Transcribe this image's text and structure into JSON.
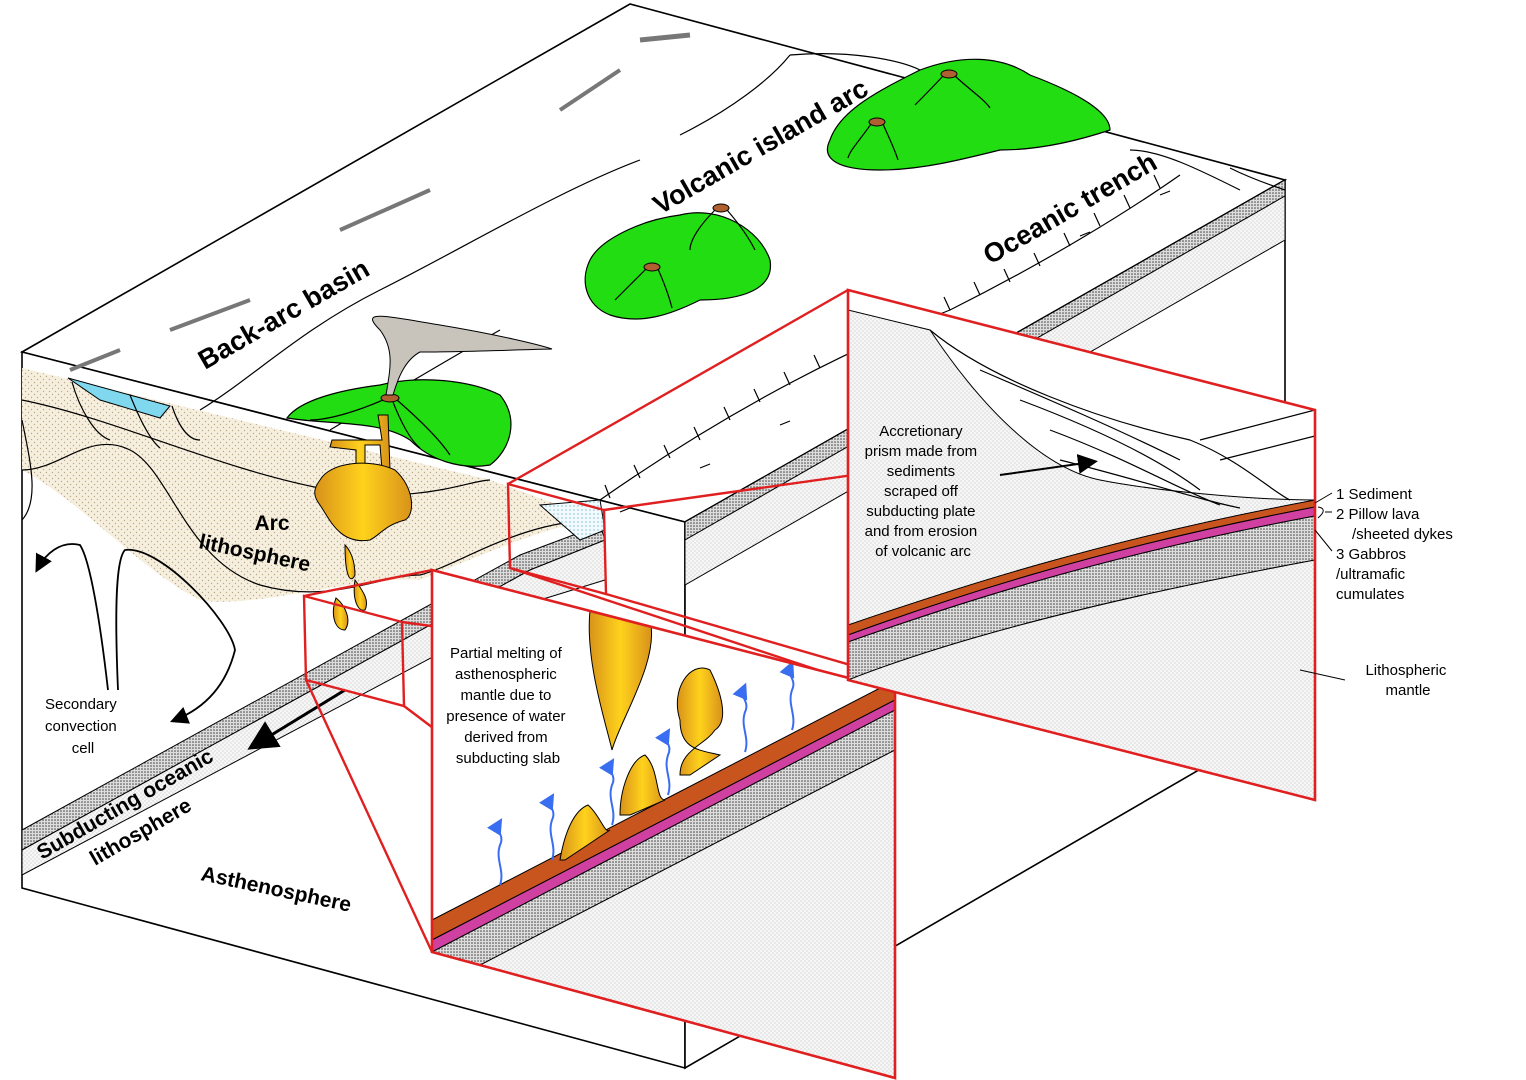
{
  "labels": {
    "back_arc_basin": "Back-arc basin",
    "volcanic_island_arc": "Volcanic island arc",
    "oceanic_trench": "Oceanic trench",
    "arc_lithosphere": [
      "Arc",
      "lithosphere"
    ],
    "subducting_oceanic_lithosphere": [
      "Subducting oceanic",
      "lithosphere"
    ],
    "asthenosphere": "Asthenosphere",
    "secondary_convection_cell": [
      "Secondary",
      "convection",
      "cell"
    ],
    "partial_melting": [
      "Partial melting of",
      "asthenospheric",
      "mantle due to",
      "presence of water",
      "derived from",
      "subducting slab"
    ],
    "accretionary_prism": [
      "Accretionary",
      "prism made from",
      "sediments",
      "scraped off",
      "subducting plate",
      "and from erosion",
      "of volcanic arc"
    ],
    "layer_1": "1  Sediment",
    "layer_2": [
      "2  Pillow lava",
      "/sheeted dykes"
    ],
    "layer_3": [
      "3  Gabbros",
      "/ultramafic",
      "cumulates"
    ],
    "lithospheric_mantle": [
      "Lithospheric",
      "mantle"
    ]
  },
  "colors": {
    "volcano_green": "#22dd11",
    "magma_gold": "#f0b21e",
    "ash_cloud": "#c8c4bc",
    "sediment_brown": "#c8541e",
    "pillow_magenta": "#d040a0",
    "zoom_frame_red": "#e02020",
    "water_arrow_blue": "#3a6ef0",
    "basin_water": "#7fd8ee"
  }
}
